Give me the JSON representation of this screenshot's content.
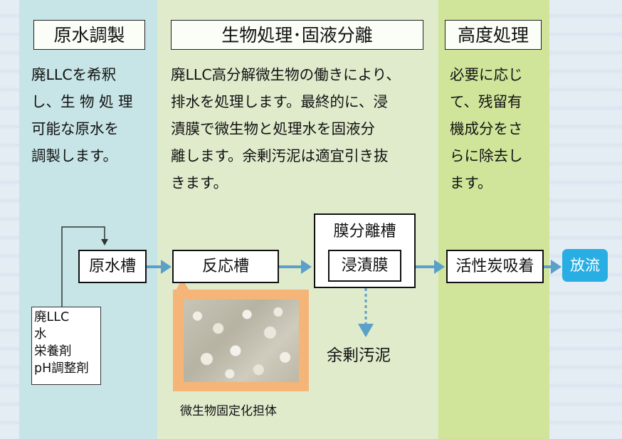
{
  "stages": [
    {
      "title": "原水調製",
      "description": [
        "廃LLCを希釈",
        "し、生 物 処 理",
        "可能な原水を",
        "調製します。"
      ]
    },
    {
      "title": "生物処理･固液分離",
      "description": [
        "廃LLC高分解微生物の働きにより、",
        "排水を処理します。最終的に、浸",
        "漬膜で微生物と処理水を固液分",
        "離します。余剰汚泥は適宜引き抜",
        "きます。"
      ]
    },
    {
      "title": "高度処理",
      "description": [
        "必要に応じ",
        "て、残留有",
        "機成分をさ",
        "らに除去し",
        "ます。"
      ]
    }
  ],
  "flow": {
    "raw_water_tank": "原水槽",
    "reaction_tank": "反応槽",
    "membrane_tank": "膜分離槽",
    "immersed_membrane": "浸漬膜",
    "activated_carbon": "活性炭吸着",
    "discharge": "放流",
    "excess_sludge": "余剰汚泥",
    "inputs": [
      "廃LLC",
      "水",
      "栄養剤",
      "pH調整剤"
    ],
    "carrier_caption": "微生物固定化担体"
  },
  "colors": {
    "stage1_bg": "#c7e4e6",
    "stage2_bg": "#e0ebcc",
    "stage3_bg": "#d0e59a",
    "arrow_blue": "#5aa0c8",
    "discharge_blue": "#29aee3",
    "carrier_frame": "#f5b578"
  }
}
